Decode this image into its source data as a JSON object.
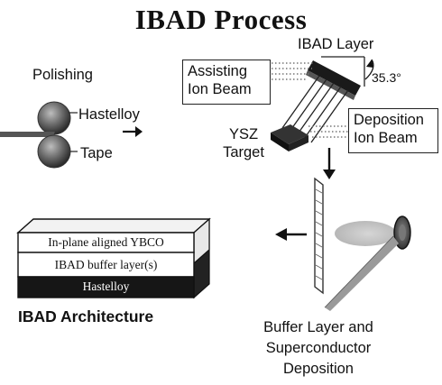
{
  "title": "IBAD Process",
  "polishing": {
    "label": "Polishing",
    "hastelloy_label": "Hastelloy",
    "tape_label": "Tape"
  },
  "ibad_layer_label": "IBAD Layer",
  "angle_label": "35.3°",
  "assisting_box": {
    "line1": "Assisting",
    "line2": "Ion Beam"
  },
  "deposition_box": {
    "line1": "Deposition",
    "line2": "Ion Beam"
  },
  "target_label": {
    "line1": "YSZ",
    "line2": "Target"
  },
  "architecture": {
    "layers": [
      "In-plane aligned YBCO",
      "IBAD buffer layer(s)",
      "Hastelloy"
    ],
    "caption": "IBAD Architecture"
  },
  "deposition_caption": {
    "line1": "Buffer Layer and",
    "line2": "Superconductor",
    "line3": "Deposition"
  },
  "colors": {
    "dark": "#111111",
    "roller": "#6a6a6a",
    "plume": "#c8c8c8"
  }
}
